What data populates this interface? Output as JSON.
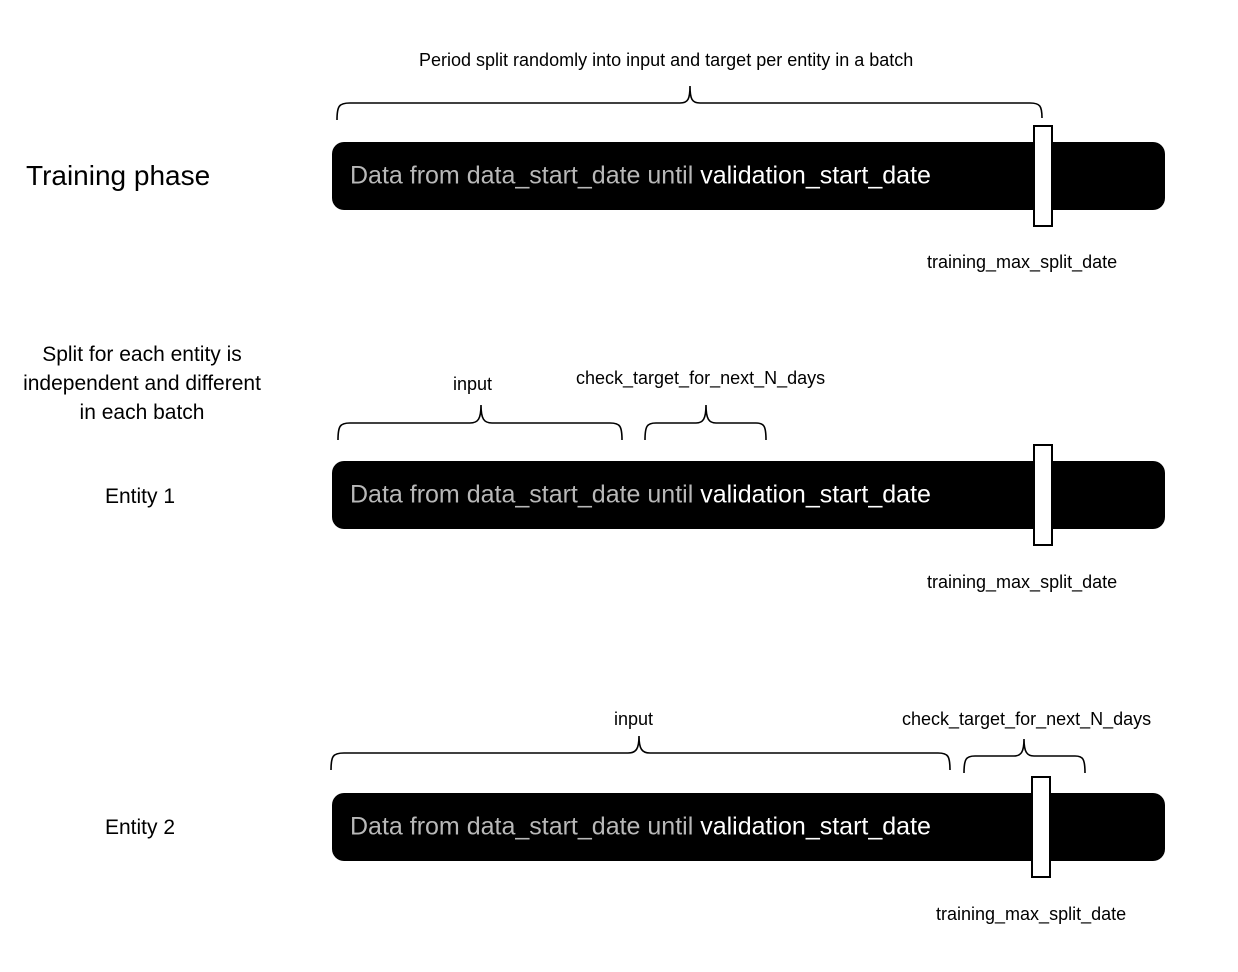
{
  "training": {
    "phase_label": "Training phase",
    "brace_label": "Period split randomly into input and target per entity in a batch",
    "bar": {
      "grey_text": "Data from data_start_date until ",
      "white_text": "validation_start_date"
    },
    "marker_label": "training_max_split_date"
  },
  "note": {
    "line1": "Split for each entity is",
    "line2": "independent and different",
    "line3": "in each batch"
  },
  "entity1": {
    "label": "Entity 1",
    "input_label": "input",
    "target_label": "check_target_for_next_N_days",
    "bar": {
      "grey_text": "Data from data_start_date until ",
      "white_text": "validation_start_date"
    },
    "marker_label": "training_max_split_date"
  },
  "entity2": {
    "label": "Entity 2",
    "input_label": "input",
    "target_label": "check_target_for_next_N_days",
    "bar": {
      "grey_text": "Data from data_start_date until ",
      "white_text": "validation_start_date"
    },
    "marker_label": "training_max_split_date"
  },
  "colors": {
    "bar": "#000000",
    "grey_text": "#b8b8b8",
    "white_text": "#ffffff",
    "marker_fill": "#ffffff"
  }
}
